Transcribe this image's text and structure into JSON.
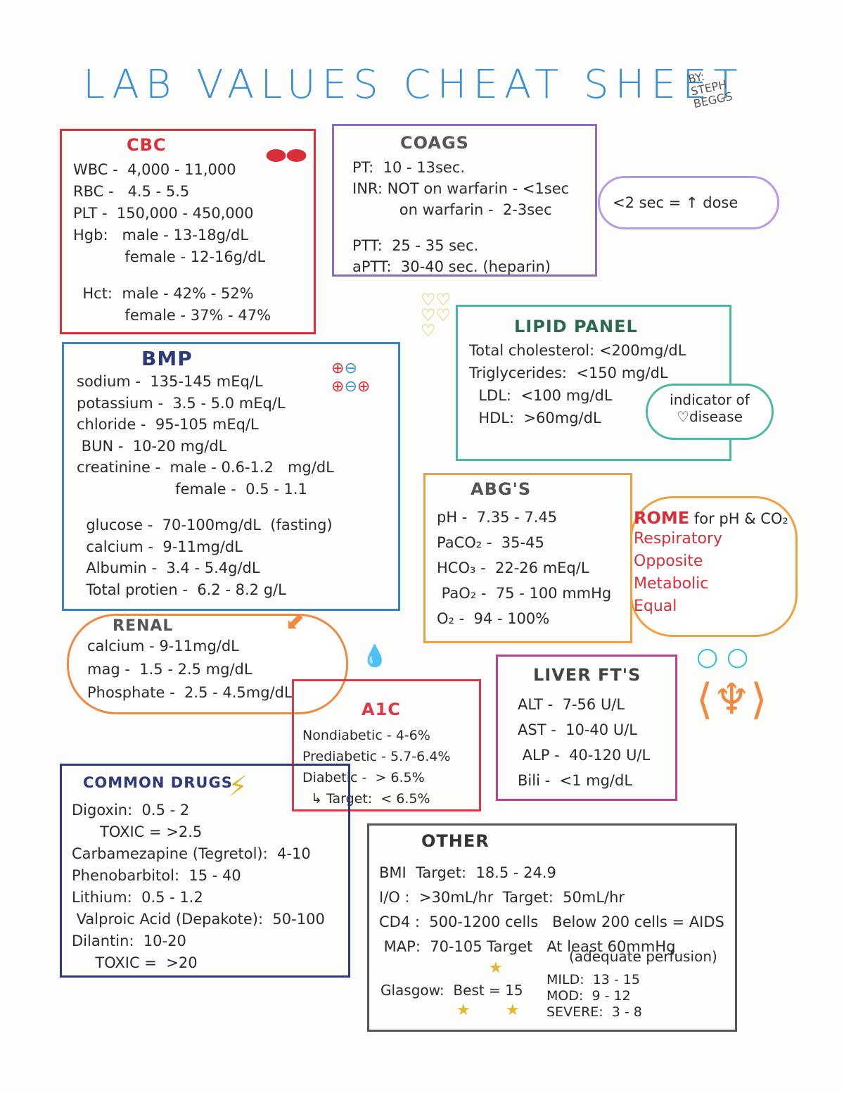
{
  "header": {
    "title": "LAB VALUES CHEAT SHEET",
    "byline": [
      "BY:",
      "STEPH",
      "BEGGS"
    ]
  },
  "colors": {
    "title": "#3b8fd2",
    "cbc": "#d8303a",
    "coags": "#8a6bbf",
    "lipid": "#4cb8a0",
    "bmp": "#3b7fc4",
    "abg": "#f0a040",
    "renal": "#f08a40",
    "a1c": "#d83a4a",
    "liver": "#c0408c",
    "drugs": "#2d3a7a",
    "other": "#555555"
  },
  "cbc": {
    "title": "CBC",
    "lines": [
      "WBC -  4,000 - 11,000",
      "RBC -   4.5 - 5.5",
      "PLT -  150,000 - 450,000",
      "Hgb:   male - 13-18g/dL",
      "           female - 12-16g/dL",
      "",
      "  Hct:  male - 42% - 52%",
      "           female - 37% - 47%"
    ],
    "icon": "red-blood-cells-icon"
  },
  "coags": {
    "title": "COAGS",
    "lines": [
      "PT:  10 - 13sec.",
      "INR: NOT on warfarin - <1sec",
      "          on warfarin -  2-3sec",
      "",
      "PTT:  25 - 35 sec.",
      "aPTT:  30-40 sec. (heparin)"
    ],
    "note": "<2 sec = ↑ dose"
  },
  "lipid": {
    "title": "LIPID PANEL",
    "lines": [
      "Total cholesterol: <200mg/dL",
      "Triglycerides:  <150 mg/dL",
      "  LDL:  <100 mg/dL",
      "  HDL:  >60mg/dL"
    ],
    "note": [
      "indicator of",
      "♡disease"
    ],
    "icon": "hearts-icon"
  },
  "bmp": {
    "title": "BMP",
    "lines": [
      "sodium -  135-145 mEq/L",
      "potassium -  3.5 - 5.0 mEq/L",
      "chloride -  95-105 mEq/L",
      " BUN -  10-20 mg/dL",
      "creatinine -  male - 0.6-1.2   mg/dL",
      "                     female -  0.5 - 1.1",
      "",
      "  glucose -  70-100mg/dL  (fasting)",
      "  calcium -  9-11mg/dL",
      "  Albumin -  3.4 - 5.4g/dL",
      "  Total protien -  6.2 - 8.2 g/L"
    ],
    "icon": "ions-icon"
  },
  "abg": {
    "title": "ABG'S",
    "lines": [
      "pH -  7.35 - 7.45",
      "PaCO₂ -  35-45",
      "HCO₃ -  22-26 mEq/L",
      " PaO₂ -  75 - 100 mmHg",
      "O₂ -  94 - 100%"
    ],
    "note": {
      "title": "ROME",
      "subtitle": " for pH & CO₂",
      "lines": [
        "Respiratory",
        "Opposite",
        "Metabolic",
        "Equal"
      ]
    },
    "icon": "lungs-icon"
  },
  "renal": {
    "title": "RENAL",
    "lines": [
      "calcium - 9-11mg/dL",
      "mag -  1.5 - 2.5 mg/dL",
      "Phosphate -  2.5 - 4.5mg/dL"
    ]
  },
  "a1c": {
    "title": "A1C",
    "lines": [
      "Nondiabetic - 4-6%",
      "Prediabetic - 5.7-6.4%",
      "Diabetic -  > 6.5%",
      "  ↳ Target:  < 6.5%"
    ],
    "icon": "blood-drops-icon"
  },
  "liver": {
    "title": "LIVER FT'S",
    "lines": [
      "ALT -  7-56 U/L",
      "AST -  10-40 U/L",
      " ALP -  40-120 U/L",
      "Bili -  <1 mg/dL"
    ]
  },
  "drugs": {
    "title": "COMMON DRUGS",
    "lines": [
      "Digoxin:  0.5 - 2",
      "      TOXIC = >2.5",
      "Carbamezapine (Tegretol):  4-10",
      "Phenobarbitol:  15 - 40",
      "Lithium:  0.5 - 1.2",
      " Valproic Acid (Depakote):  50-100",
      "Dilantin:  10-20",
      "     TOXIC =  >20"
    ],
    "icon": "lightning-icon"
  },
  "other": {
    "title": "OTHER",
    "lines": [
      "BMI  Target:  18.5 - 24.9",
      "I/O :  >30mL/hr  Target:  50mL/hr",
      "CD4 :  500-1200 cells   Below 200 cells = AIDS",
      " MAP:  70-105 Target   At least 60mmHg"
    ],
    "perfusion": "(adequate perfusion)",
    "glasgow": "Glasgow:  Best = 15",
    "severity": [
      "MILD:  13 - 15",
      "MOD:  9 - 12",
      "SEVERE:  3 - 8"
    ],
    "icon": "star-icon"
  }
}
